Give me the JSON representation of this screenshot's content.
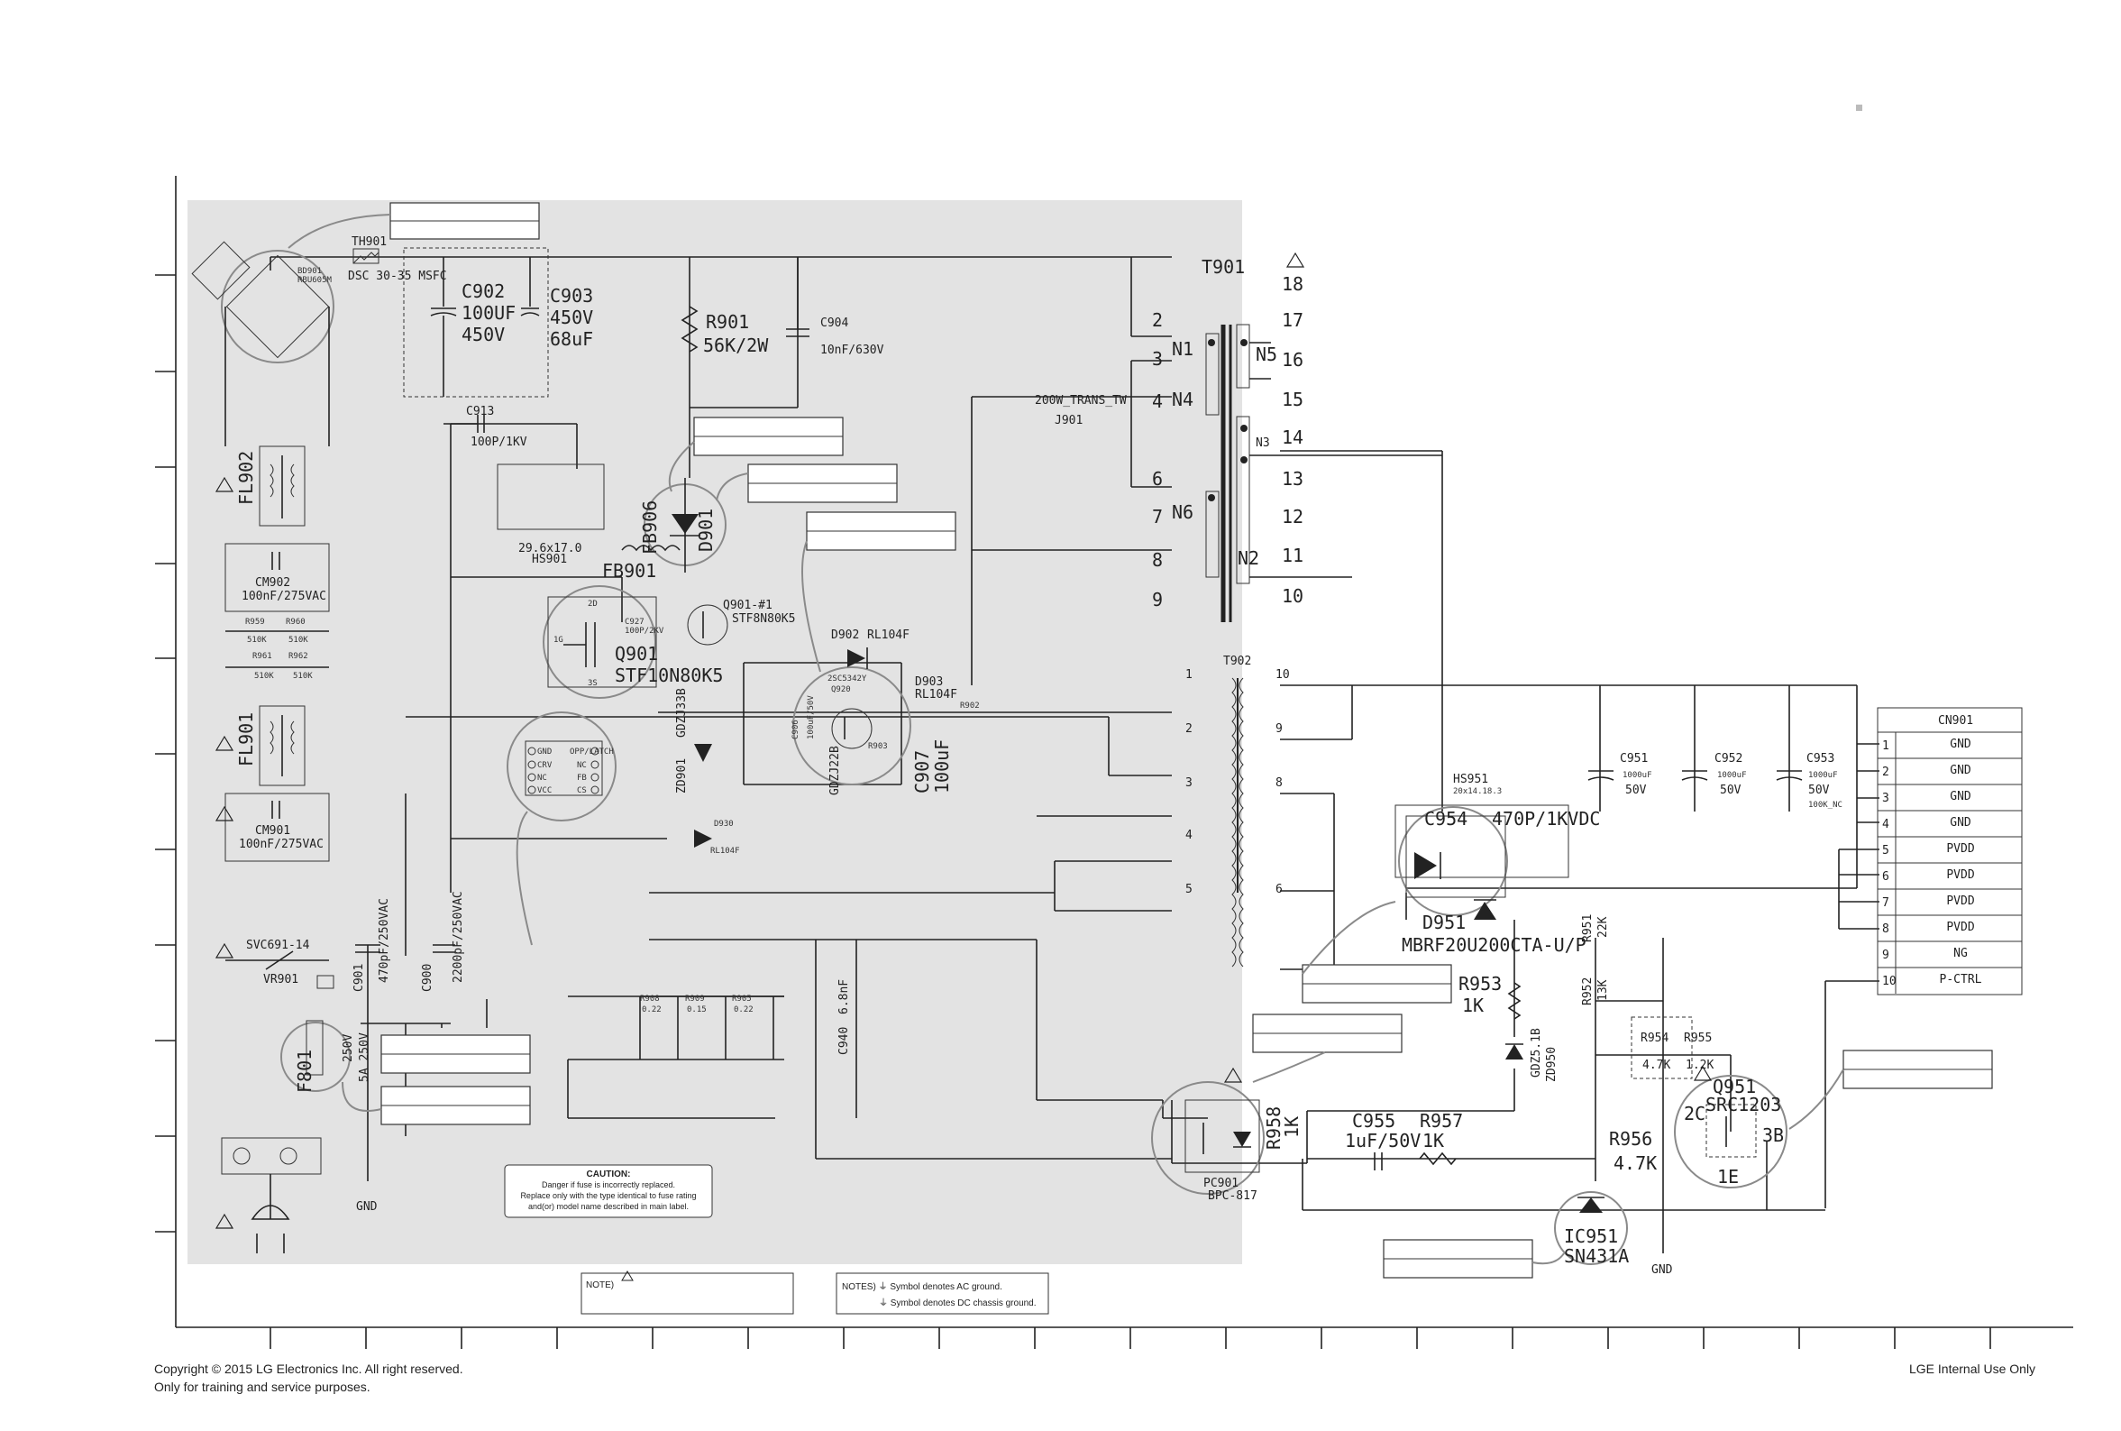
{
  "labels": {
    "th901": "TH901",
    "dsc": "DSC 30-35 MSFC",
    "bd901": "BD901",
    "bd901_part": "RBU605M",
    "c902": "C902",
    "c902_v1": "100UF",
    "c902_v2": "450V",
    "c903": "C903",
    "c903_v1": "450V",
    "c903_v2": "68uF",
    "c913": "C913",
    "c913_v": "100P/1KV",
    "r901": "R901",
    "r901_v": "56K/2W",
    "c904": "C904",
    "c904_v": "10nF/630V",
    "hs901_dim": "29.6x17.0",
    "hs901": "HS901",
    "fb901": "FB901",
    "fb906": "FB906",
    "d901": "D901",
    "q901": "Q901",
    "q901_part": "STF10N80K5",
    "q901_1": "Q901-#1",
    "q901_1_part": "STF8N80K5",
    "fl902": "FL902",
    "fl901": "FL901",
    "cm902": "CM902",
    "cm902_v": "100nF/275VAC",
    "cm901": "CM901",
    "cm901_v": "100nF/275VAC",
    "r959": "R959",
    "r959_v": "510K",
    "r960": "R960",
    "r960_v": "510K",
    "r961": "R961",
    "r961_v": "510K",
    "r962": "R962",
    "r962_v": "510K",
    "svc": "SVC691-14",
    "vr901": "VR901",
    "c901": "C901",
    "c901_v": "470pF/250VAC",
    "c900": "C900",
    "c900_v": "2200pF/250VAC",
    "f801": "F801",
    "f801_v1": "250V",
    "f801_v2": "5A 250V",
    "gnd": "GND",
    "t901": "T901",
    "t902": "T902",
    "j901": "J901",
    "trans": "200W_TRANS_TW",
    "n1": "N1",
    "n4": "N4",
    "n6": "N6",
    "n5": "N5",
    "n3": "N3",
    "n2": "N2",
    "d902": "D902",
    "d902_part": "RL104F",
    "d903": "D903",
    "d903_part": "RL104F",
    "r902": "R902",
    "q920": "Q920",
    "q920_part": "2SC5342Y",
    "c906": "C906",
    "c906_v": "100uF/50V",
    "c907": "C907",
    "c907_v": "100uF",
    "r903": "R903",
    "zd901": "ZD901",
    "zd901_part": "GDZJ33B",
    "zd902": "GDZJ22B",
    "d930": "D930",
    "d930_part": "RL104F",
    "r908": "R908",
    "r908_v": "0.22",
    "r909": "R909",
    "r909_v": "0.15",
    "r905": "R905",
    "r905_v": "0.22",
    "c940": "C940",
    "c940_v": "6.8nF",
    "hs951": "HS951",
    "hs951_dim": "20x14.18.3",
    "c954": "C954",
    "c954_v": "470P/1KVDC",
    "d951": "D951",
    "d951_part": "MBRF20U200CTA-U/P",
    "c951": "C951",
    "c951_v": "1000uF",
    "c951_vv": "50V",
    "c952": "C952",
    "c952_v": "1000uF",
    "c952_vv": "50V",
    "c953": "C953",
    "c953_v": "1000uF",
    "c953_vv": "50V",
    "c953_x": "100K_NC",
    "r953": "R953",
    "r953_v": "1K",
    "r952": "R952",
    "r952_v": "13K",
    "r951": "R951",
    "r951_v": "22K",
    "zd951": "GDZ5.1B",
    "zd951_n": "ZD950",
    "r954": "R954",
    "r954_v": "4.7K",
    "r955": "R955",
    "r955_v": "1.2K",
    "q951": "Q951",
    "q951_part": "SRC1203",
    "pc901": "PC901",
    "pc901_part": "BPC-817",
    "r958": "R958",
    "r958_v": "1K",
    "c955": "C955",
    "c955_v": "1uF/50V",
    "r957": "R957",
    "r957_v": "1K",
    "r956": "R956",
    "r956_v": "4.7K",
    "ic951": "IC951",
    "ic951_part": "SN431A",
    "gnd2": "GND",
    "cn901": "CN901",
    "pin_2c": "2C",
    "pin_3b": "3B",
    "pin_1e": "1E"
  },
  "cn901_pins": [
    {
      "num": "1",
      "name": "GND"
    },
    {
      "num": "2",
      "name": "GND"
    },
    {
      "num": "3",
      "name": "GND"
    },
    {
      "num": "4",
      "name": "GND"
    },
    {
      "num": "5",
      "name": "PVDD"
    },
    {
      "num": "6",
      "name": "PVDD"
    },
    {
      "num": "7",
      "name": "PVDD"
    },
    {
      "num": "8",
      "name": "PVDD"
    },
    {
      "num": "9",
      "name": "NG"
    },
    {
      "num": "10",
      "name": "P-CTRL"
    }
  ],
  "t901_pins_left": [
    "2",
    "3",
    "4",
    "6",
    "7",
    "8",
    "9"
  ],
  "t901_pins_right": [
    "18",
    "17",
    "16",
    "15",
    "14",
    "13",
    "12",
    "11",
    "10"
  ],
  "t902_pins_left": [
    "1",
    "2",
    "3",
    "4",
    "5"
  ],
  "t902_pins_right": [
    "10",
    "9",
    "8",
    "6"
  ],
  "caution": {
    "title": "CAUTION:",
    "line1": "Danger if fuse is incorrectly replaced.",
    "line2": "Replace only with the type identical to fuse rating",
    "line3": "and(or) model name described in main label."
  },
  "notes": {
    "note1": "NOTE)",
    "ac": "NOTES) ⏚ Symbol denotes AC ground.",
    "dc": "⏚ Symbol denotes DC chassis ground."
  },
  "footer": {
    "copyright": "Copyright © 2015 LG Electronics Inc. All right reserved.",
    "training": "Only for training and service purposes.",
    "internal": "LGE Internal Use Only"
  },
  "colors": {
    "shade": "#e3e3e3",
    "callout": "#8a8a8a"
  }
}
